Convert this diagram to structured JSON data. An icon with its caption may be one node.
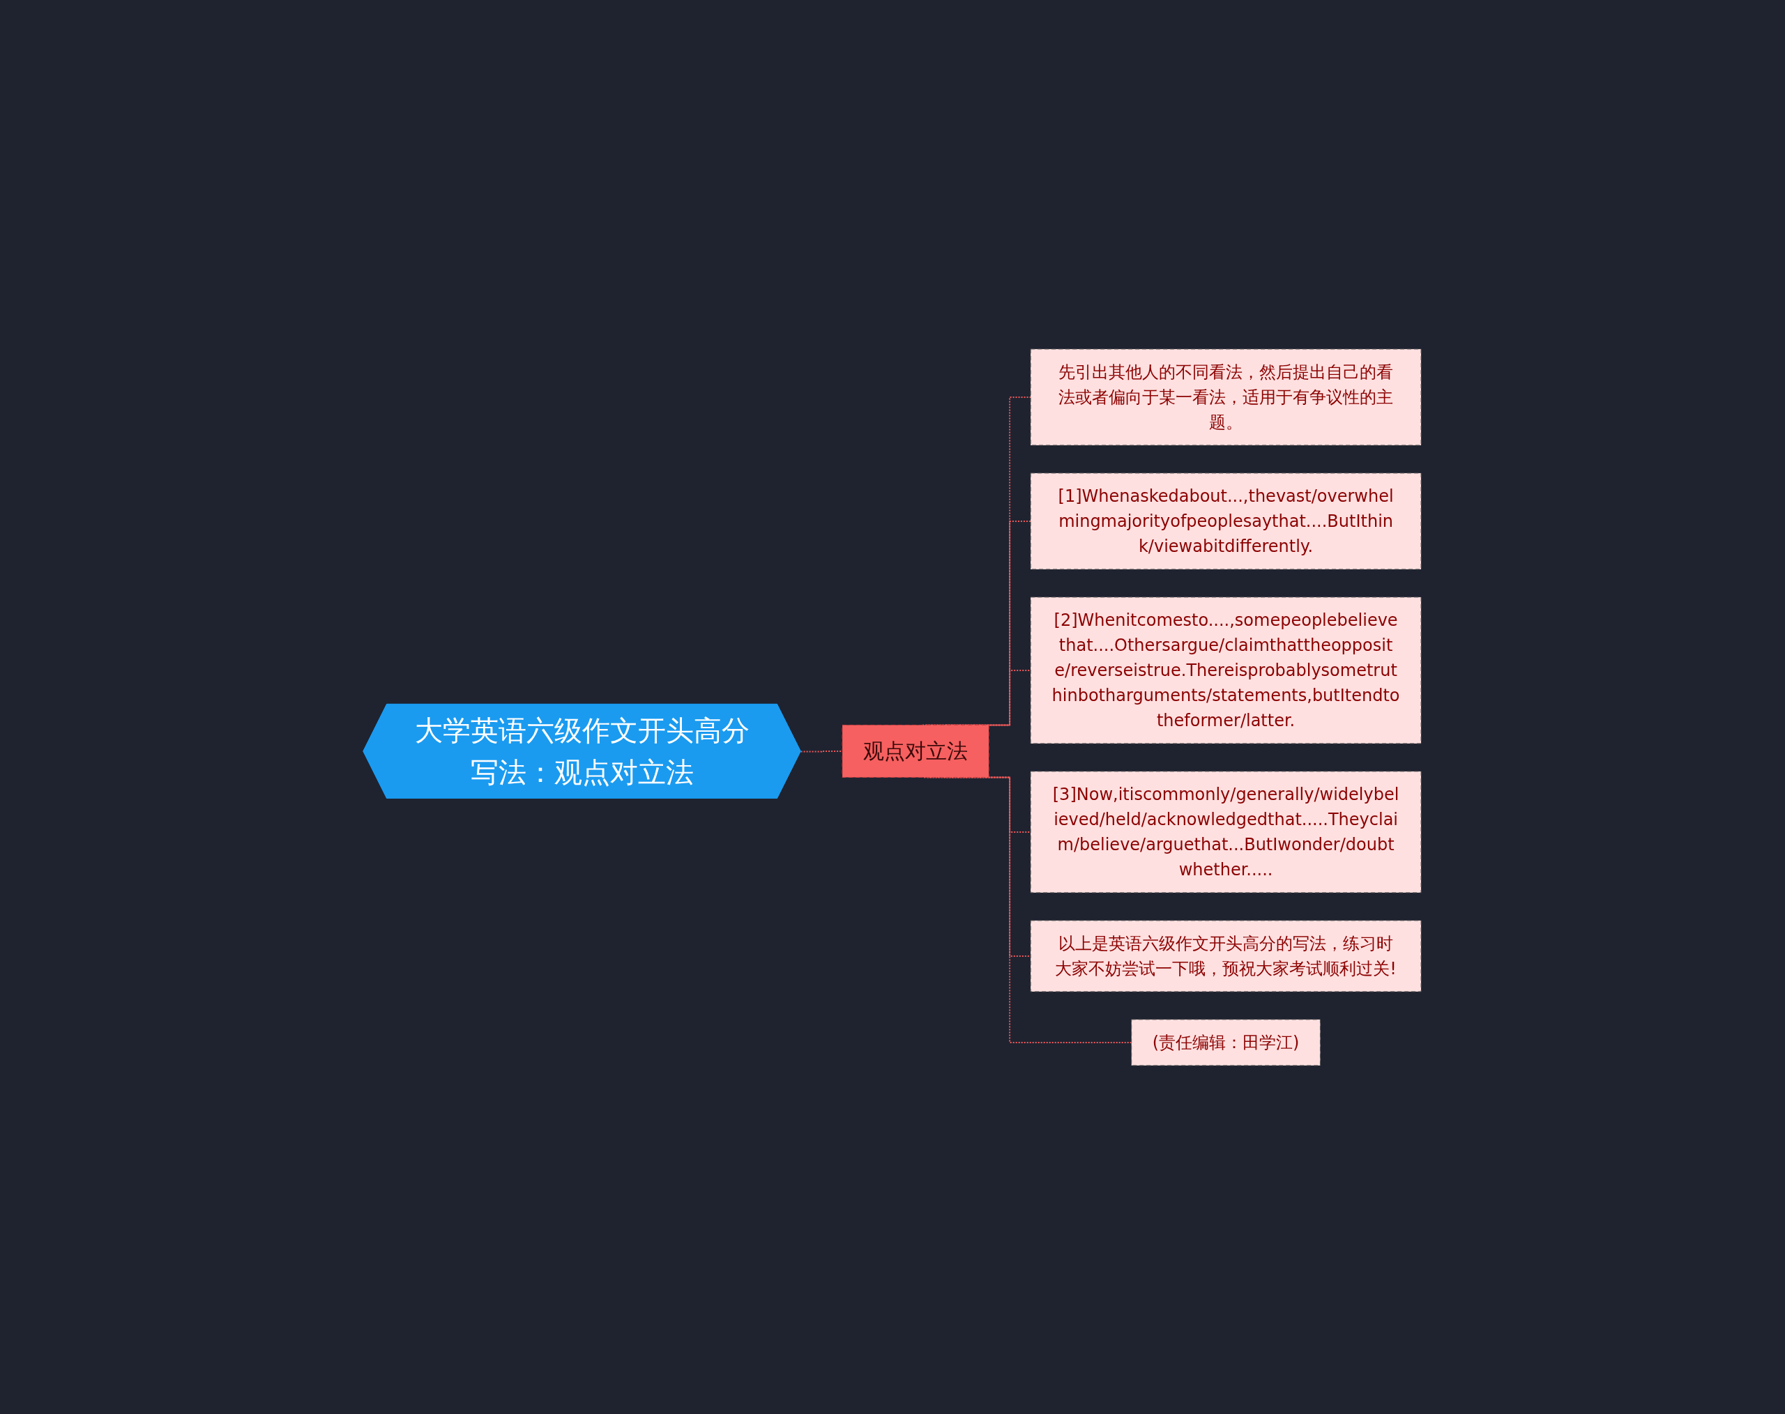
{
  "diagram": {
    "nodes": [
      {
        "text": [
          "大学英语六级作文开头高分写法：观点对立法"
        ]
      },
      {
        "text": [
          "观点对立法"
        ]
      },
      {
        "text": [
          "先引出其他人的不同看法，然后提出自己的看法或者偏向于某一看法，适用于有争议性的主题。"
        ]
      },
      {
        "text": [
          "[1]Whenaskedabout...,thevast/overwhelmingmajorityofpeoplesaythat....ButIthink/viewabitdifferently."
        ]
      },
      {
        "text": [
          "[2]Whenitcomesto....,somepeoplebelievethat....Othersargue/claimthattheopposite/reverseistrue.Thereisprobablysometruthinbotharguments/statements,butItendtotheformer/latter."
        ]
      },
      {
        "text": [
          "[3]Now,itiscommonly/generally/widelybelieved/held/acknowledgedthat.....Theyclaim/believe/arguethat...ButIwonder/doubtwhether....."
        ]
      },
      {
        "text": [
          "以上是英语六级作文开头高分的写法，练习时大家不妨尝试一下哦，预祝大家考试顺利过关!"
        ]
      },
      {
        "text": [
          "(责任编辑：田学江)"
        ]
      }
    ],
    "edges": [
      {
        "from": 0,
        "to": 1,
        "arrow": "none",
        "style": "dashed"
      },
      {
        "from": 1,
        "to": 2,
        "arrow": "none",
        "style": "dashed"
      },
      {
        "from": 1,
        "to": 3,
        "arrow": "none",
        "style": "dashed"
      },
      {
        "from": 1,
        "to": 4,
        "arrow": "none",
        "style": "dashed"
      },
      {
        "from": 1,
        "to": 5,
        "arrow": "none",
        "style": "dashed"
      },
      {
        "from": 1,
        "to": 6,
        "arrow": "none",
        "style": "dashed"
      },
      {
        "from": 1,
        "to": 7,
        "arrow": "none",
        "style": "dashed"
      }
    ]
  }
}
